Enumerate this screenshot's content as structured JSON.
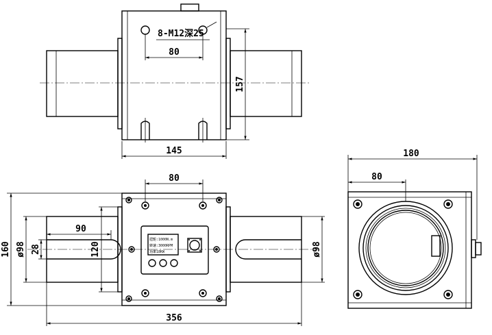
{
  "labels": {
    "thread_callout": "8-M12深25",
    "top_hole_spacing": "80",
    "top_height": "157",
    "top_body_width": "145",
    "front_hole_spacing": "80",
    "front_slot_length": "90",
    "front_flange_height": "120",
    "front_overall_height": "160",
    "front_shaft_dia_left": "ø98",
    "front_key_width": "28",
    "front_shaft_dia_right": "ø98",
    "front_overall_length": "356",
    "side_overall_width": "180",
    "side_center_offset": "80"
  },
  "display_panel": {
    "line1": "扭矩:1000N.m",
    "line2": "转速:3000RPM",
    "line3": "功率18KW"
  }
}
